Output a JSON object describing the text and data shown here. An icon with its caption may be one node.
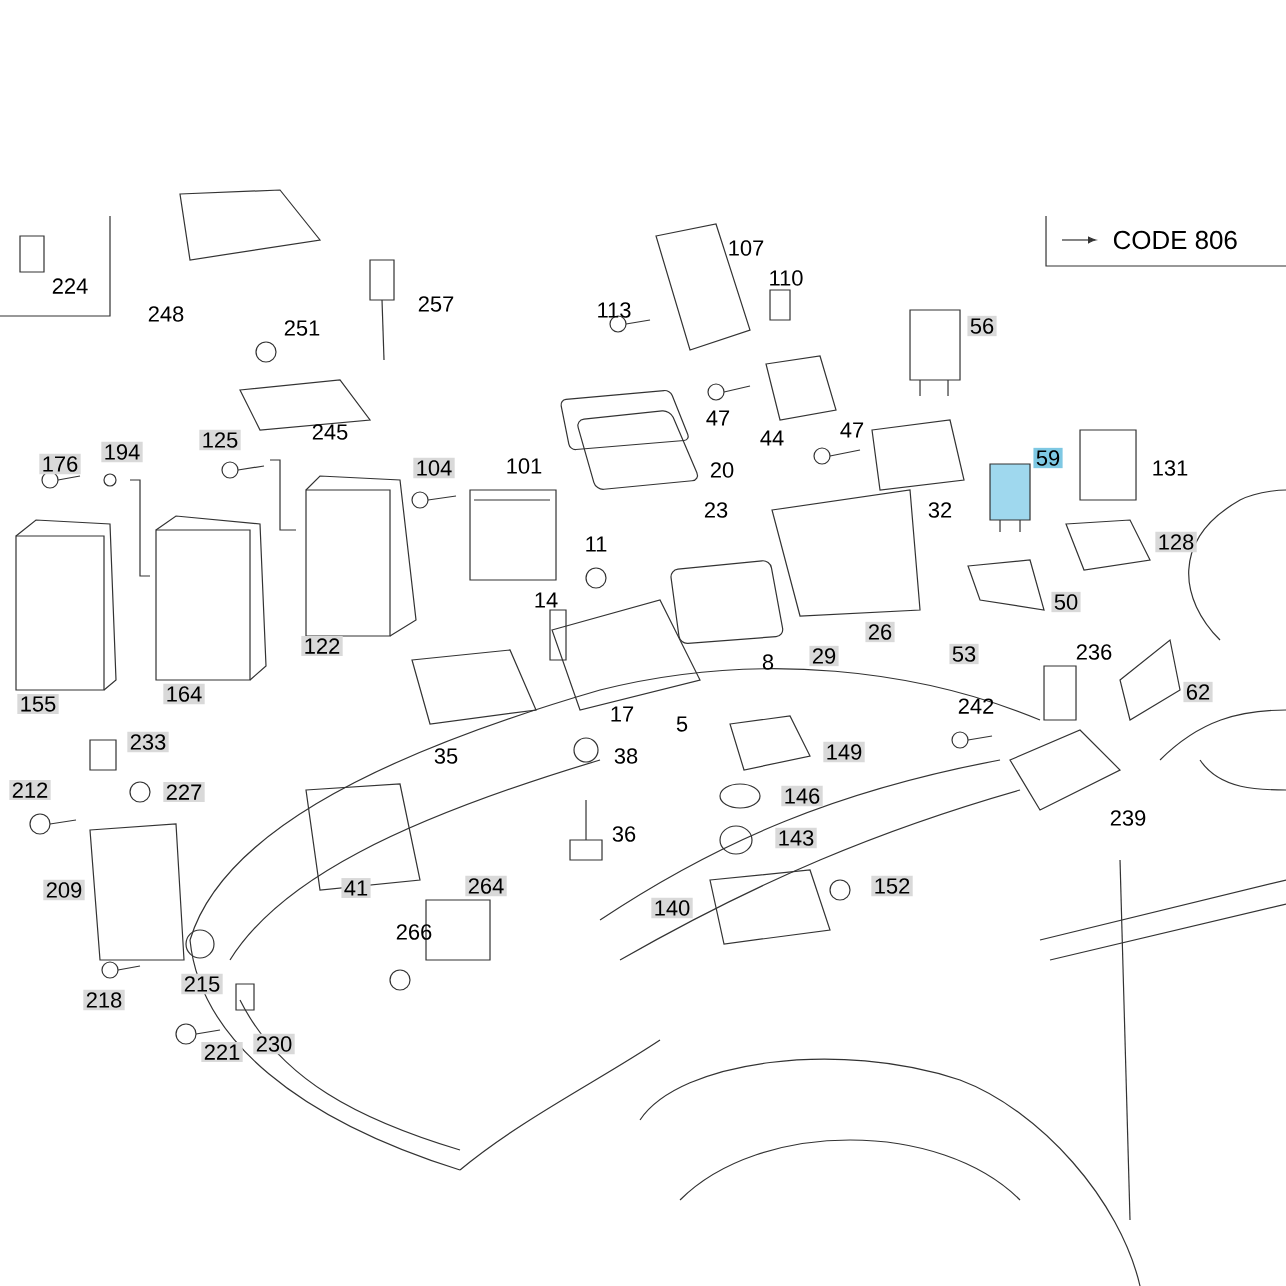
{
  "diagram": {
    "nodes": [
      {
        "text": [
          "CODE 806"
        ]
      }
    ],
    "labels": [
      "224",
      "248",
      "107",
      "110",
      "257",
      "251",
      "113",
      "56",
      "245",
      "47",
      "44",
      "47",
      "125",
      "194",
      "176",
      "59",
      "104",
      "101",
      "20",
      "131",
      "23",
      "32",
      "11",
      "128",
      "14",
      "50",
      "122",
      "8",
      "29",
      "26",
      "53",
      "236",
      "155",
      "164",
      "17",
      "5",
      "242",
      "62",
      "233",
      "35",
      "38",
      "149",
      "212",
      "227",
      "146",
      "239",
      "36",
      "143",
      "209",
      "41",
      "264",
      "140",
      "152",
      "266",
      "218",
      "215",
      "221",
      "230"
    ]
  }
}
